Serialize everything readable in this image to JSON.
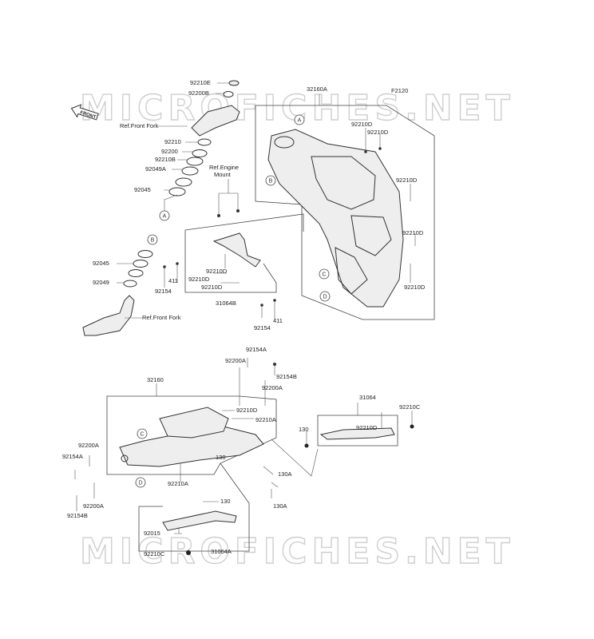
{
  "watermark": "MICROFICHES.NET",
  "front_arrow": "FRONT",
  "figure_code": "F2120",
  "references": {
    "front_fork_top": "Ref.Front Fork",
    "front_fork_bottom": "Ref.Front Fork",
    "engine_mount": [
      "Ref.Engine",
      "Mount"
    ]
  },
  "markers": [
    "A",
    "B",
    "C",
    "D"
  ],
  "upper_parts": {
    "p92210E": "92210E",
    "p92200B": "92200B",
    "p92210": "92210",
    "p92200": "92200",
    "p92210B": "92210B",
    "p92049A": "92049A",
    "p92045": "92045",
    "p92045b": "92045",
    "p92049": "92049",
    "p32160A": "32160A",
    "p92210D_1": "92210D",
    "p92210D_2": "92210D",
    "p92210D_3": "92210D",
    "p92210D_4": "92210D",
    "p92210D_5": "92210D",
    "p92210D_6": "92210D",
    "p92210D_7": "92210D",
    "p92210D_8": "92210D",
    "p411a": "411",
    "p92154a": "92154",
    "p31064B": "31064B",
    "p411b": "411",
    "p92154b": "92154"
  },
  "lower_parts": {
    "p92154A_top": "92154A",
    "p92200A_top": "92200A",
    "p92154B_top": "92154B",
    "p92200A_mid": "92200A",
    "p32160": "32160",
    "p92210D_l": "92210D",
    "p92210A_1": "92210A",
    "p92200A_left": "92200A",
    "p92154A_left": "92154A",
    "p92210A_2": "92210A",
    "p92200A_bl": "92200A",
    "p92154B_bl": "92154B",
    "p130_mid": "130",
    "p130A_1": "130A",
    "p130A_2": "130A",
    "p130_low": "130",
    "p92015": "92015",
    "p92210C_low": "92210C",
    "p31064A": "31064A",
    "p31064": "31064",
    "p92210C_r": "92210C",
    "p130_r": "130",
    "p92210D_r": "92210D"
  }
}
